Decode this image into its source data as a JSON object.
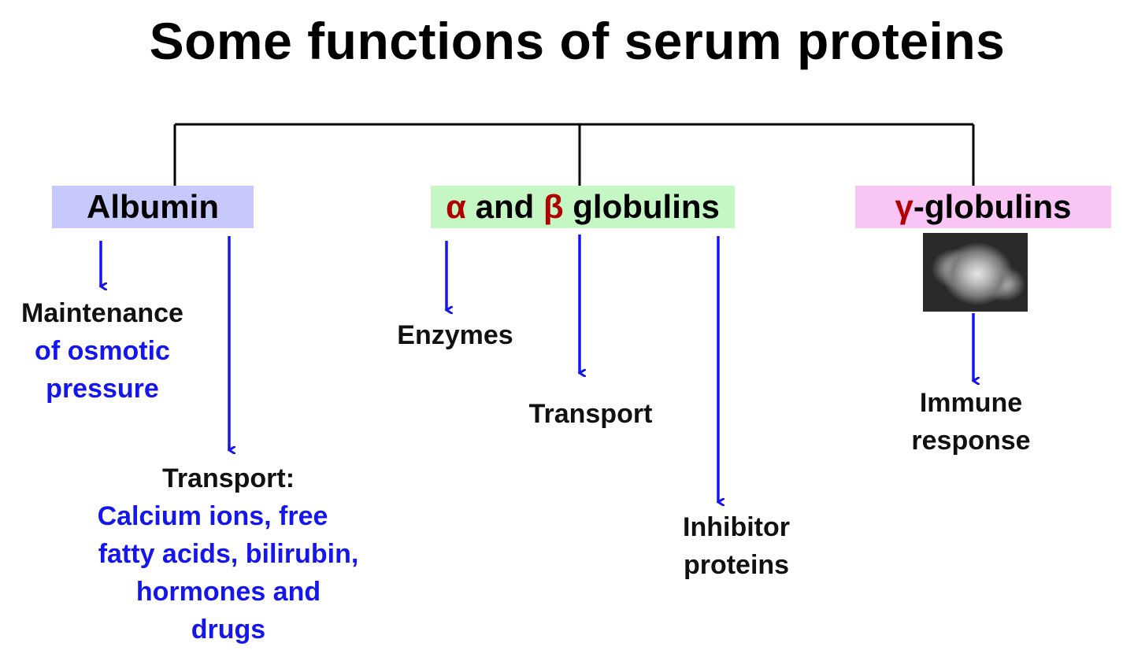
{
  "title": "Some functions of serum proteins",
  "categories": {
    "albumin": {
      "label": "Albumin",
      "color": "#c7c9fb"
    },
    "alpha_beta": {
      "greek_a": "α",
      "and": " and ",
      "greek_b": "β",
      "rest": " globulins",
      "color": "#c4f7c4"
    },
    "gamma": {
      "greek": "γ",
      "rest": "-globulins",
      "color": "#f9c5f4"
    }
  },
  "functions": {
    "maintenance": {
      "line1": "Maintenance",
      "line2": "of osmotic",
      "line3": "pressure"
    },
    "albumin_transport": {
      "heading": "Transport:",
      "line1": "Calcium ions, free",
      "line2": "fatty acids, bilirubin,",
      "line3": "hormones and",
      "line4": "drugs"
    },
    "enzymes": "Enzymes",
    "transport": "Transport",
    "inhibitor": {
      "line1": "Inhibitor",
      "line2": "proteins"
    },
    "immune": {
      "line1": "Immune",
      "line2": "response"
    }
  },
  "colors": {
    "arrow": "#1515ee",
    "highlight_text": "#1515ee",
    "greek": "#b00000"
  }
}
